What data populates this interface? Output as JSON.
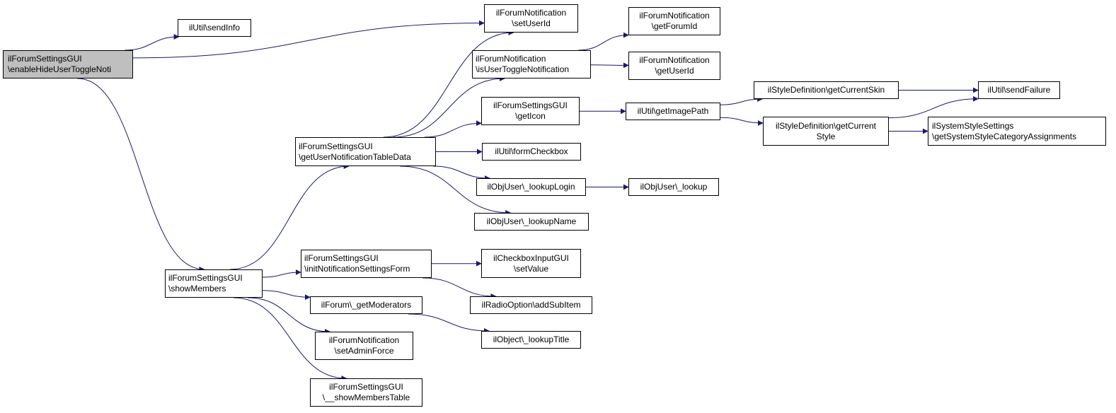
{
  "colors": {
    "edge": "#191970",
    "node_border": "#000000",
    "root_fill": "#bfbfbf",
    "node_fill": "#ffffff"
  },
  "nodes": [
    {
      "id": "root",
      "lines": [
        "ilForumSettingsGUI",
        "\\enableHideUserToggleNoti"
      ],
      "root": true
    },
    {
      "id": "sendInfo",
      "lines": [
        "ilUtil\\sendInfo",
        ""
      ]
    },
    {
      "id": "setUserId",
      "lines": [
        "ilForumNotification",
        "\\setUserId"
      ]
    },
    {
      "id": "isUserToggle",
      "lines": [
        "ilForumNotification",
        "\\isUserToggleNotification"
      ]
    },
    {
      "id": "getForumId",
      "lines": [
        "ilForumNotification",
        "\\getForumId"
      ]
    },
    {
      "id": "getUserId",
      "lines": [
        "ilForumNotification",
        "\\getUserId"
      ]
    },
    {
      "id": "getIcon",
      "lines": [
        "ilForumSettingsGUI",
        "\\getIcon"
      ]
    },
    {
      "id": "getImagePath",
      "lines": [
        "ilUtil\\getImagePath",
        ""
      ]
    },
    {
      "id": "getCurrentSkin",
      "lines": [
        "ilStyleDefinition\\getCurrentSkin",
        ""
      ]
    },
    {
      "id": "sendFailure",
      "lines": [
        "ilUtil\\sendFailure",
        ""
      ]
    },
    {
      "id": "getCurrentStyle",
      "lines": [
        "ilStyleDefinition\\getCurrent",
        "Style"
      ]
    },
    {
      "id": "sysStyle",
      "lines": [
        "ilSystemStyleSettings",
        "\\getSystemStyleCategoryAssignments"
      ]
    },
    {
      "id": "getUNTD",
      "lines": [
        "ilForumSettingsGUI",
        "\\getUserNotificationTableData"
      ]
    },
    {
      "id": "formCheckbox",
      "lines": [
        "ilUtil\\formCheckbox",
        ""
      ]
    },
    {
      "id": "lookupLogin",
      "lines": [
        "ilObjUser\\_lookupLogin",
        ""
      ]
    },
    {
      "id": "lookup",
      "lines": [
        "ilObjUser\\_lookup",
        ""
      ]
    },
    {
      "id": "lookupName",
      "lines": [
        "ilObjUser\\_lookupName",
        ""
      ]
    },
    {
      "id": "showMembers",
      "lines": [
        "ilForumSettingsGUI",
        "\\showMembers"
      ]
    },
    {
      "id": "initNSF",
      "lines": [
        "ilForumSettingsGUI",
        "\\initNotificationSettingsForm"
      ]
    },
    {
      "id": "setValue",
      "lines": [
        "ilCheckboxInputGUI",
        "\\setValue"
      ]
    },
    {
      "id": "addSubItem",
      "lines": [
        "ilRadioOption\\addSubItem",
        ""
      ]
    },
    {
      "id": "getModerators",
      "lines": [
        "ilForum\\_getModerators",
        ""
      ]
    },
    {
      "id": "lookupTitle",
      "lines": [
        "ilObject\\_lookupTitle",
        ""
      ]
    },
    {
      "id": "setAdminForce",
      "lines": [
        "ilForumNotification",
        "\\setAdminForce"
      ]
    },
    {
      "id": "showMembersTable",
      "lines": [
        "ilForumSettingsGUI",
        "\\__showMembersTable"
      ]
    }
  ],
  "edges": [
    [
      "root",
      "sendInfo"
    ],
    [
      "root",
      "setUserId"
    ],
    [
      "root",
      "showMembers"
    ],
    [
      "getUNTD",
      "setUserId"
    ],
    [
      "getUNTD",
      "isUserToggle"
    ],
    [
      "getUNTD",
      "getIcon"
    ],
    [
      "getUNTD",
      "formCheckbox"
    ],
    [
      "getUNTD",
      "lookupLogin"
    ],
    [
      "getUNTD",
      "lookupName"
    ],
    [
      "isUserToggle",
      "getForumId"
    ],
    [
      "isUserToggle",
      "getUserId"
    ],
    [
      "getIcon",
      "getImagePath"
    ],
    [
      "getImagePath",
      "getCurrentSkin"
    ],
    [
      "getImagePath",
      "getCurrentStyle"
    ],
    [
      "getCurrentSkin",
      "sendFailure"
    ],
    [
      "getCurrentStyle",
      "sendFailure"
    ],
    [
      "getCurrentStyle",
      "sysStyle"
    ],
    [
      "lookupLogin",
      "lookup"
    ],
    [
      "showMembers",
      "getUNTD"
    ],
    [
      "showMembers",
      "initNSF"
    ],
    [
      "showMembers",
      "getModerators"
    ],
    [
      "showMembers",
      "setAdminForce"
    ],
    [
      "showMembers",
      "showMembersTable"
    ],
    [
      "initNSF",
      "setValue"
    ],
    [
      "initNSF",
      "addSubItem"
    ],
    [
      "getModerators",
      "lookupTitle"
    ]
  ]
}
